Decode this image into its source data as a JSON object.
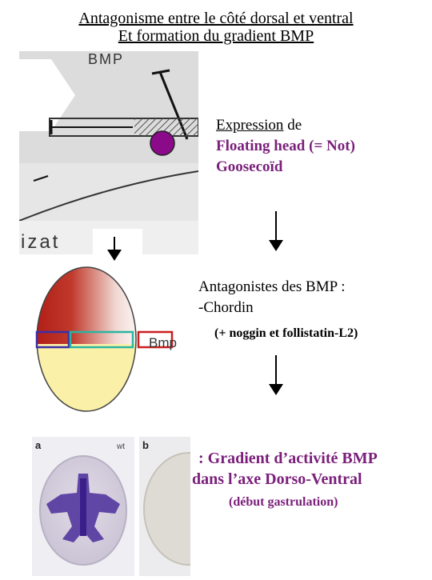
{
  "title": {
    "line1": "Antagonisme entre le côté dorsal et ventral",
    "line2": "Et formation du gradient BMP"
  },
  "top_image": {
    "label_bmp": "BMP",
    "label_bottom": "izat",
    "circle_color": "#8a0a8a"
  },
  "expression": {
    "word": "Expression",
    "rest": " de",
    "line2": "Floating head (= Not)",
    "line3": "Goosecoïd"
  },
  "middle_image": {
    "label_bmp": "Bmp",
    "box_colors": [
      "#3a2fa8",
      "#2bb5a0",
      "#cc1f1f"
    ]
  },
  "antagonists": {
    "line1": "Antagonistes des BMP :",
    "line2": "-Chordin",
    "line3": "(+ noggin et follistatin-L2)"
  },
  "bottom_images": {
    "panel_a_label": "a",
    "panel_a_tag": "wt",
    "panel_b_label": "b"
  },
  "gradient": {
    "line1": ": Gradient d’activité BMP",
    "line2": "dans l’axe Dorso-Ventral",
    "line3": "(début gastrulation)"
  }
}
